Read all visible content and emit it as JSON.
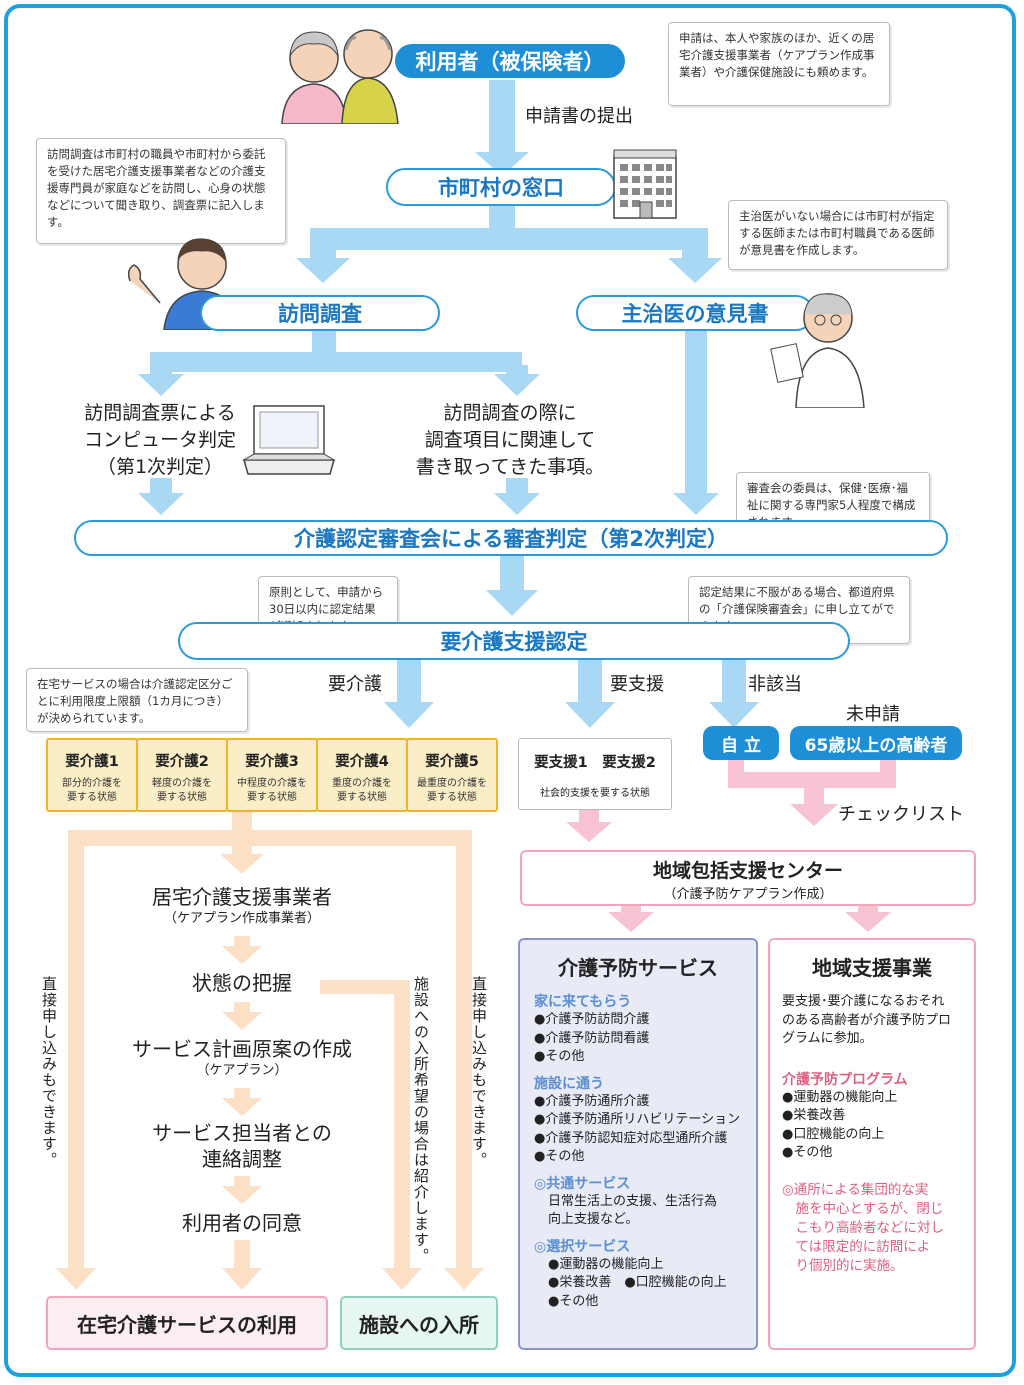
{
  "nodes": {
    "user": "利用者（被保険者）",
    "application": "申請書の提出",
    "municipal_window": "市町村の窓口",
    "visit_survey": "訪問調査",
    "doctor_opinion": "主治医の意見書",
    "first_judgement": [
      "訪問調査票による",
      "コンピュータ判定",
      "（第1次判定）"
    ],
    "survey_notes": [
      "訪問調査の際に",
      "調査項目に関連して",
      "書き取ってきた事項。"
    ],
    "committee": "介護認定審査会による審査判定（第2次判定）",
    "certification": "要介護支援認定",
    "label_kaigo": "要介護",
    "label_shien": "要支援",
    "label_higaitou": "非該当",
    "label_mishinsei": "未申請",
    "jiritsu": "自 立",
    "elderly": "65歳以上の高齢者",
    "checklist": "チェックリスト"
  },
  "notes": {
    "application": "申請は、本人や家族のほか、近くの居宅介護支援事業者（ケアプラン作成事業者）や介護保健施設にも頼めます。",
    "visit": "訪問調査は市町村の職員や市町村から委託を受けた居宅介護支援事業者などの介護支援専門員が家庭などを訪問し、心身の状態などについて聞き取り、調査票に記入します。",
    "doctor": "主治医がいない場合には市町村が指定する医師または市町村職員である医師が意見書を作成します。",
    "committee": "審査会の委員は、保健･医療･福祉に関する専門家5人程度で構成されます。",
    "thirty_days": "原則として、申請から30日以内に認定結果が通知されます。",
    "appeal": "認定結果に不服がある場合、都道府県の「介護保険審査会」に申し立てができます。",
    "limit": "在宅サービスの場合は介護認定区分ごとに利用限度上限額（1カ月につき）が決められています。"
  },
  "care_levels": [
    {
      "title": "要介護1",
      "desc1": "部分的介護を",
      "desc2": "要する状態"
    },
    {
      "title": "要介護2",
      "desc1": "軽度の介護を",
      "desc2": "要する状態"
    },
    {
      "title": "要介護3",
      "desc1": "中程度の介護を",
      "desc2": "要する状態"
    },
    {
      "title": "要介護4",
      "desc1": "重度の介護を",
      "desc2": "要する状態"
    },
    {
      "title": "要介護5",
      "desc1": "最重度の介護を",
      "desc2": "要する状態"
    }
  ],
  "support_levels": {
    "title": "要支援1　要支援2",
    "desc": "社会的支援を要する状態"
  },
  "care_flow": {
    "provider": "居宅介護支援事業者",
    "provider_sub": "（ケアプラン作成事業者）",
    "grasp": "状態の把握",
    "plan": "サービス計画原案の作成",
    "plan_sub": "（ケアプラン）",
    "coord1": "サービス担当者との",
    "coord2": "連絡調整",
    "consent": "利用者の同意",
    "direct_left": "直接申し込みもできます。",
    "facility_note": "施設への入所希望の場合は紹介します。",
    "direct_right": "直接申し込みもできます。",
    "home_service": "在宅介護サービスの利用",
    "facility": "施設への入所"
  },
  "center": {
    "title": "地域包括支援センター",
    "sub": "（介護予防ケアプラン作成）"
  },
  "prevention": {
    "title": "介護予防サービス",
    "home_h": "家に来てもらう",
    "home_items": [
      "●介護予防訪問介護",
      "●介護予防訪問看護",
      "●その他"
    ],
    "facility_h": "施設に通う",
    "facility_items": [
      "●介護予防通所介護",
      "●介護予防通所リハビリテーション",
      "●介護予防認知症対応型通所介護",
      "●その他"
    ],
    "common_h": "◎共通サービス",
    "common_items": [
      "日常生活上の支援、生活行為",
      "向上支援など。"
    ],
    "select_h": "◎選択サービス",
    "select_items": [
      "●運動器の機能向上",
      "●栄養改善　●口腔機能の向上",
      "●その他"
    ]
  },
  "regional": {
    "title": "地域支援事業",
    "intro": [
      "要支援･要介護になるおそれ",
      "のある高齢者が介護予防プロ",
      "グラムに参加。"
    ],
    "program_h": "介護予防プログラム",
    "program_items": [
      "●運動器の機能向上",
      "●栄養改善",
      "●口腔機能の向上",
      "●その他"
    ],
    "closing": [
      "◎通所による集団的な実",
      "　施を中心とするが、閉じ",
      "　こもり高齢者などに対し",
      "　ては限定的に訪問によ",
      "　り個別的に実施。"
    ]
  },
  "colors": {
    "blue": "#1e8fd6",
    "arrow_blue": "#a9d8f4",
    "orange": "#f3b42a",
    "peach": "#fbe0c6",
    "pink": "#f7c3d2"
  }
}
